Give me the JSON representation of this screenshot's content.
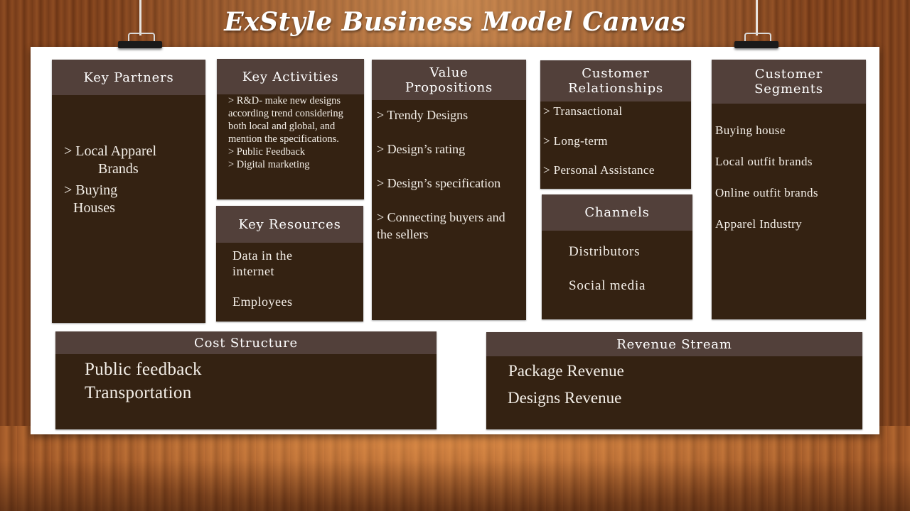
{
  "title": "ExStyle Business Model Canvas",
  "colors": {
    "box_body": "#342212",
    "box_header": "#52403a",
    "board": "#ffffff",
    "text": "#f4efe8"
  },
  "key_partners": {
    "header": "Key Partners",
    "items": [
      "> Local Apparel",
      "Brands",
      "> Buying",
      "Houses"
    ]
  },
  "key_activities": {
    "header": "Key Activities",
    "items": [
      "> R&D- make new designs according trend considering both local and global, and mention the specifications.",
      "> Public Feedback",
      "> Digital marketing"
    ]
  },
  "key_resources": {
    "header": "Key Resources",
    "items": [
      "Data in the",
      "internet",
      "Employees"
    ]
  },
  "value_propositions": {
    "header_line1": "Value",
    "header_line2": "Propositions",
    "items": [
      "> Trendy Designs",
      "> Design’s rating",
      "> Design’s specification",
      "> Connecting buyers and",
      "the sellers"
    ]
  },
  "customer_relationships": {
    "header_line1": "Customer",
    "header_line2": "Relationships",
    "items": [
      "> Transactional",
      "> Long-term",
      "> Personal Assistance"
    ]
  },
  "channels": {
    "header": "Channels",
    "items": [
      "Distributors",
      "Social media"
    ]
  },
  "customer_segments": {
    "header_line1": "Customer",
    "header_line2": "Segments",
    "items": [
      "Buying house",
      "Local outfit brands",
      "Online outfit brands",
      "Apparel Industry"
    ]
  },
  "cost_structure": {
    "header": "Cost Structure",
    "items": [
      "Public feedback",
      "Transportation"
    ]
  },
  "revenue_stream": {
    "header": "Revenue Stream",
    "items": [
      "Package Revenue",
      "Designs Revenue"
    ]
  }
}
